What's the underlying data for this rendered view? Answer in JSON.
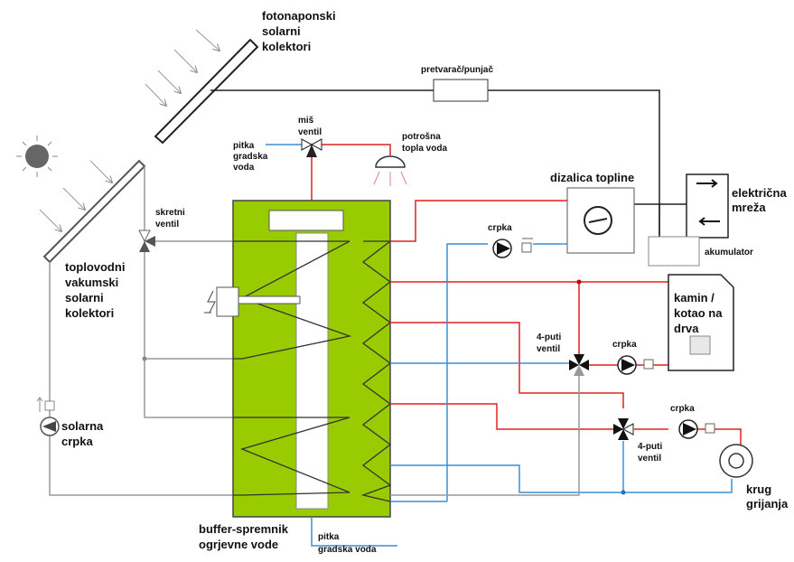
{
  "labels": {
    "pv_collectors": [
      "fotonaponski",
      "solarni",
      "kolektori"
    ],
    "inverter": "pretvarač/punjač",
    "mix_valve": [
      "miš",
      "ventil"
    ],
    "potable_left": [
      "pitka",
      "gradska",
      "voda"
    ],
    "hot_water": [
      "potrošna",
      "topla voda"
    ],
    "heat_pump": "dizalica topline",
    "grid": [
      "električna",
      "mreža"
    ],
    "battery": "akumulator",
    "diverter_valve": [
      "skretni",
      "ventil"
    ],
    "vacuum_collectors": [
      "toplovodni",
      "vakumski",
      "solarni",
      "kolektori"
    ],
    "pump_top": "crpka",
    "stove": [
      "kamin /",
      "kotao na",
      "drva"
    ],
    "valve4_a": [
      "4-puti",
      "ventil"
    ],
    "pump_mid": "crpka",
    "pump_low": "crpka",
    "valve4_b": [
      "4-puti",
      "ventil"
    ],
    "solar_pump": [
      "solarna",
      "crpka"
    ],
    "heating_circuit": [
      "krug",
      "grijanja"
    ],
    "buffer_tank": [
      "buffer-spremnik",
      "ogrjevne vode"
    ],
    "potable_bottom": [
      "pitka",
      "gradska voda"
    ]
  },
  "colors": {
    "tank_fill": "#99cc00",
    "hot_pipe": "#e02020",
    "cold_pipe": "#3c8fd8",
    "return_pipe": "#9a9a9a",
    "electric_line": "#222222",
    "sun": "#666666"
  }
}
